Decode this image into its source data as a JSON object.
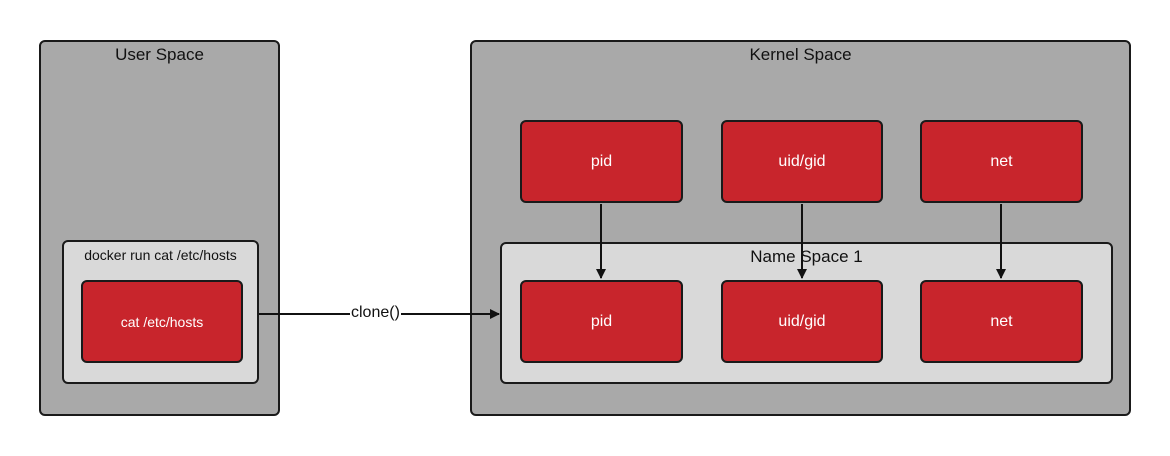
{
  "user_space": {
    "title": "User Space",
    "group_title": "docker run cat /etc/hosts",
    "process_label": "cat /etc/hosts"
  },
  "kernel_space": {
    "title": "Kernel Space",
    "global_namespaces": [
      "pid",
      "uid/gid",
      "net"
    ],
    "namespace_group": {
      "title": "Name Space 1",
      "items": [
        "pid",
        "uid/gid",
        "net"
      ]
    }
  },
  "edges": {
    "clone_label": "clone()"
  },
  "colors": {
    "panel": "#a9a9a9",
    "subpanel": "#d9d9d9",
    "box": "#c8252c",
    "stroke": "#1a1a1a"
  }
}
